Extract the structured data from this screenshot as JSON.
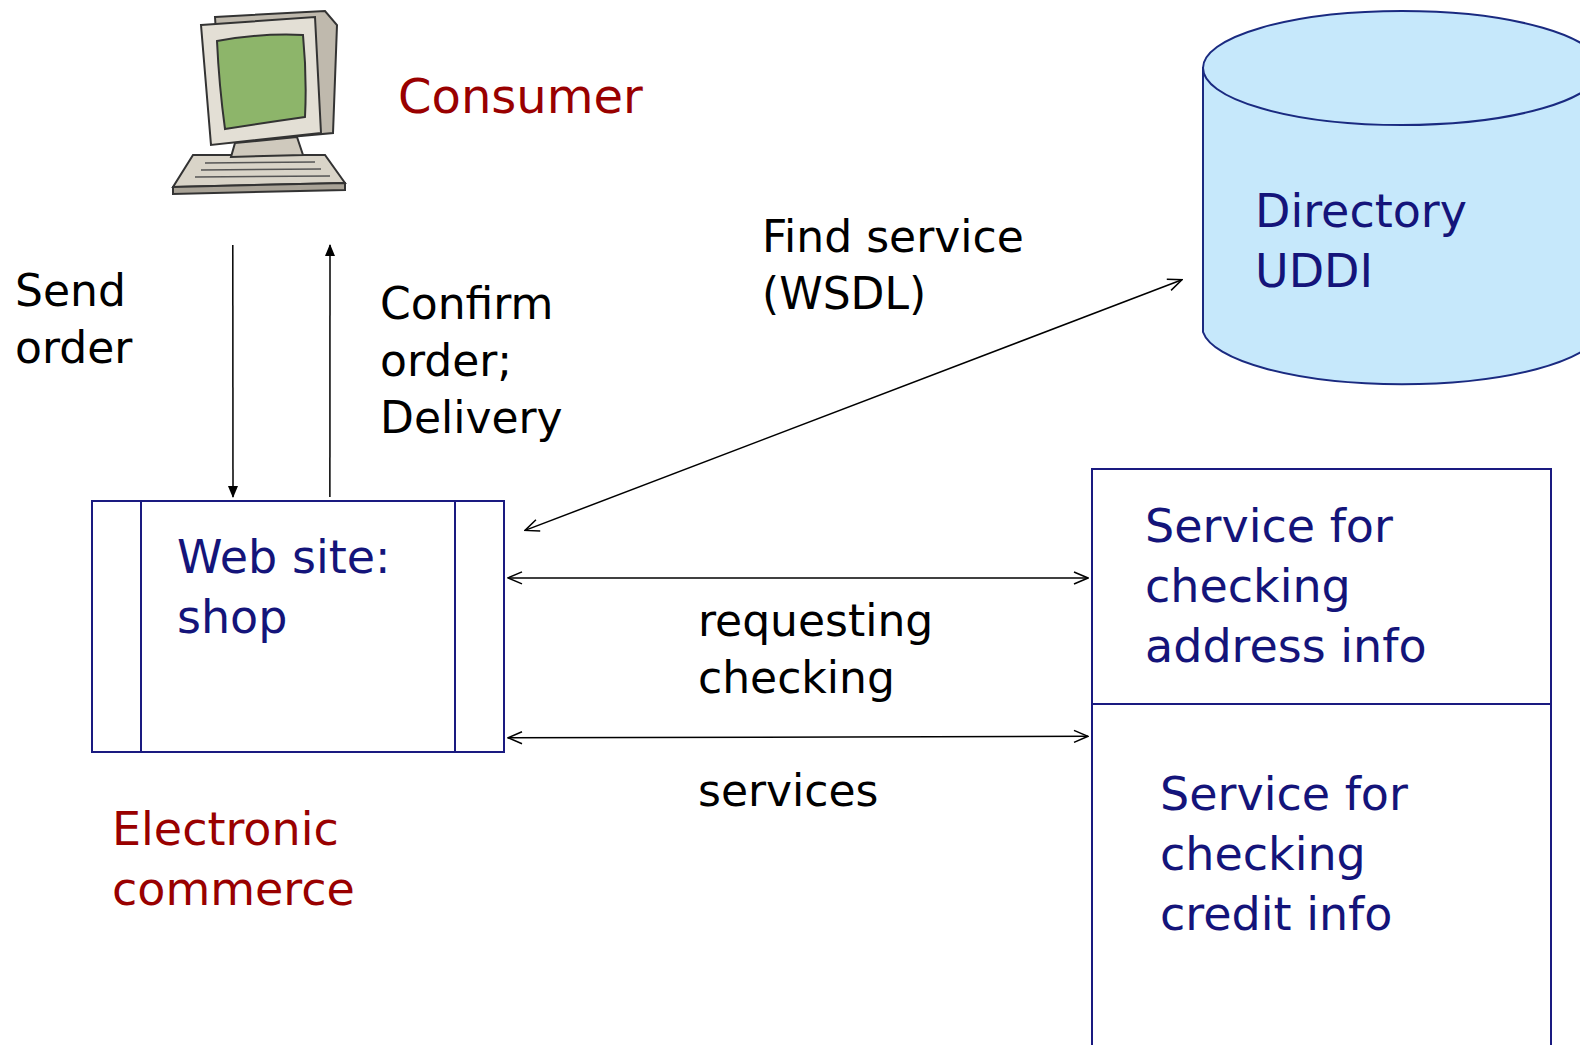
{
  "diagram": {
    "nodes": [
      {
        "text": [
          "Consumer"
        ]
      },
      {
        "text": [
          "Web site: shop",
          "Electronic commerce"
        ]
      },
      {
        "text": [
          "Directory UDDI"
        ]
      },
      {
        "text": [
          "Service for checking address info"
        ]
      },
      {
        "text": [
          "Service for checking credit info"
        ]
      }
    ],
    "edges": [
      {
        "from": 0,
        "to": 1,
        "label": "Send order",
        "arrow": "to"
      },
      {
        "from": 1,
        "to": 0,
        "label": "Confirm order; Delivery",
        "arrow": "to"
      },
      {
        "from": 1,
        "to": 2,
        "label": "Find service (WSDL)",
        "arrow": "both"
      },
      {
        "from": 1,
        "to": 3,
        "label": "requesting checking",
        "arrow": "both"
      },
      {
        "from": 1,
        "to": 4,
        "label": "services",
        "arrow": "both"
      }
    ]
  }
}
